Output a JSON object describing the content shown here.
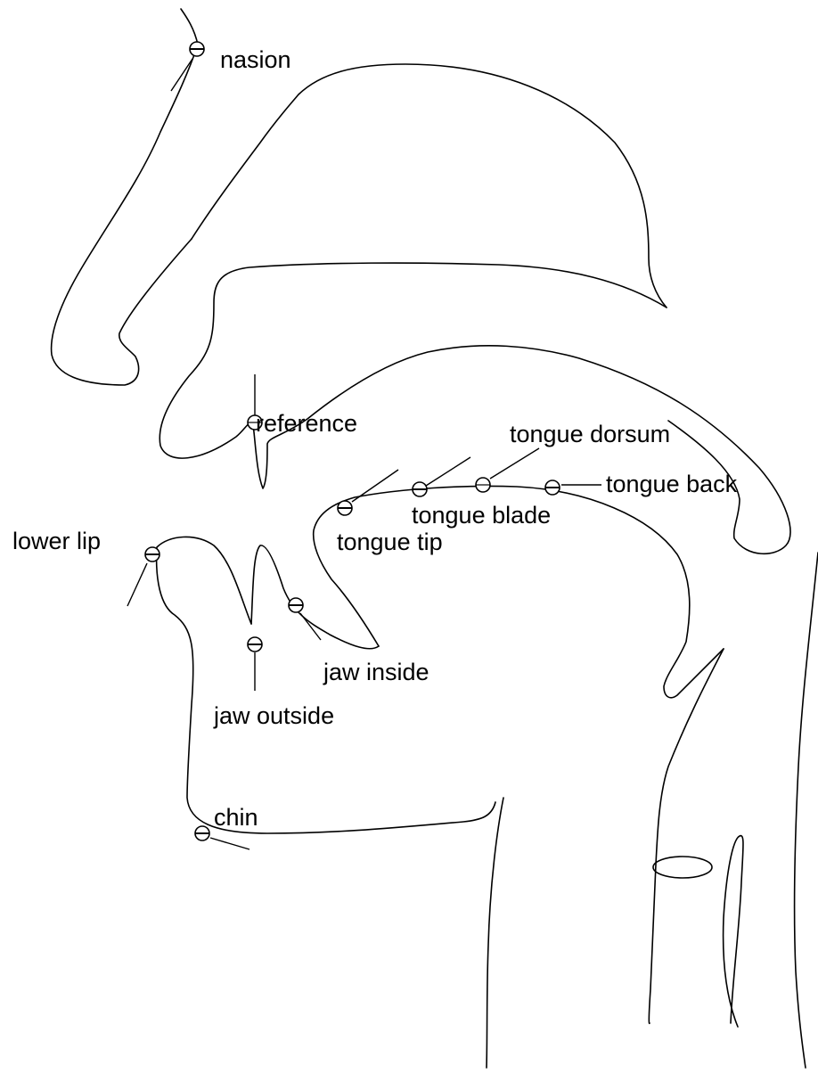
{
  "labels": {
    "nasion": "nasion",
    "reference": "reference",
    "tongue_dorsum": "tongue dorsum",
    "tongue_back": "tongue back",
    "tongue_blade": "tongue blade",
    "tongue_tip": "tongue tip",
    "lower_lip": "lower lip",
    "jaw_inside": "jaw inside",
    "jaw_outside": "jaw outside",
    "chin": "chin"
  }
}
